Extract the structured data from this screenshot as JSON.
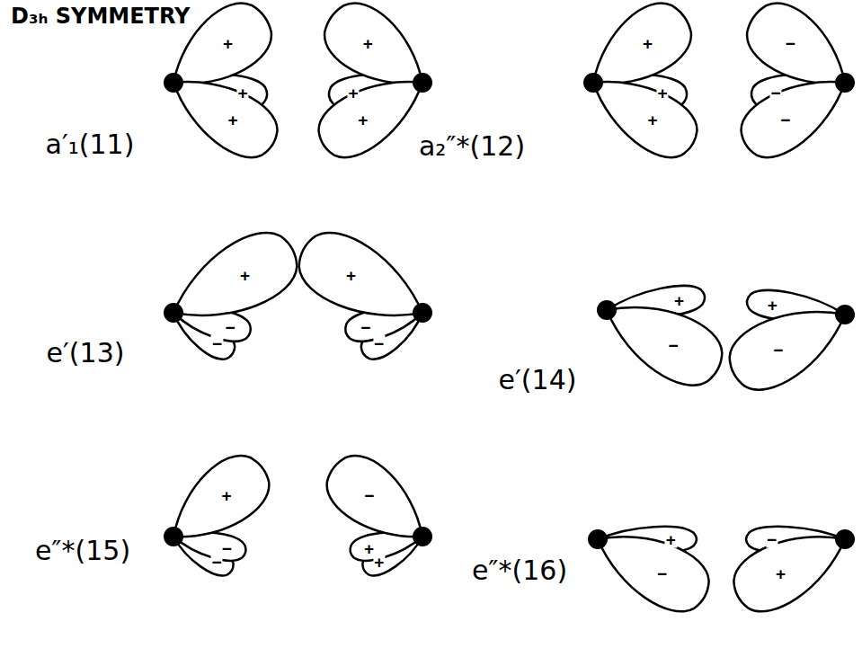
{
  "diagram": {
    "title": "D₃ₕ SYMMETRY",
    "labels": [
      "a′₁(11)",
      "+",
      "+",
      "+",
      "+",
      "+",
      "+",
      "a₂″*(12)",
      "+",
      "+",
      "+",
      "−",
      "−",
      "−",
      "e′(13)",
      "+",
      "−",
      "−",
      "+",
      "−",
      "−",
      "e′(14)",
      "+",
      "−",
      "+",
      "−",
      "e″*(15)",
      "+",
      "−",
      "−",
      "−",
      "+",
      "+",
      "e″*(16)",
      "+",
      "−",
      "−",
      "+"
    ]
  }
}
